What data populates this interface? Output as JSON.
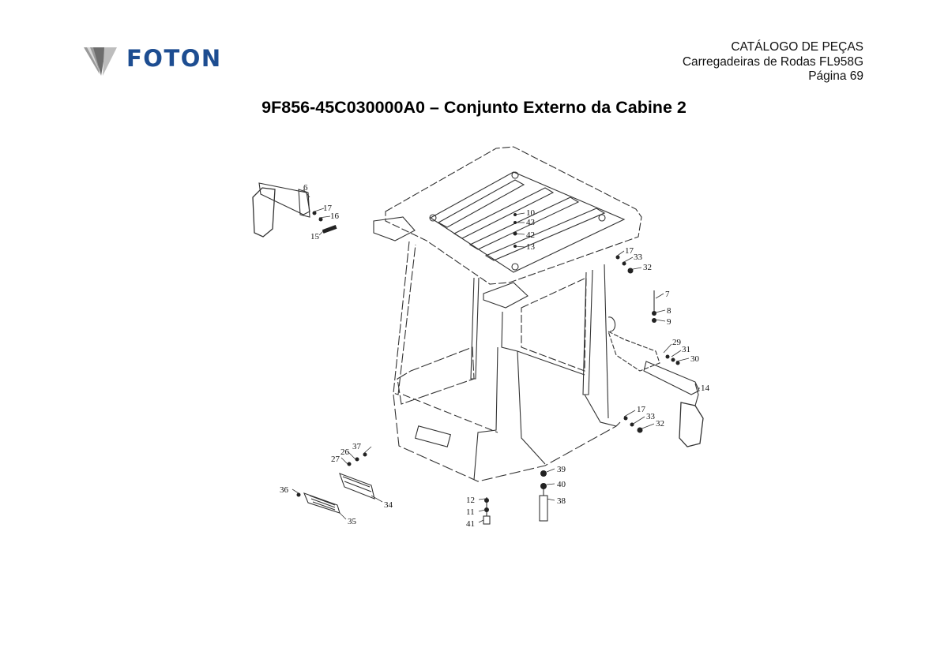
{
  "header": {
    "brand": "FOTON",
    "catalog_title": "CATÁLOGO DE PEÇAS",
    "subtitle": "Carregadeiras de Rodas FL958G",
    "page": "Página 69"
  },
  "title": "9F856-45C030000A0 – Conjunto Externo da Cabine 2",
  "brand_color": "#1d4d91",
  "diagram": {
    "callouts": [
      "6",
      "17",
      "16",
      "15",
      "10",
      "43",
      "42",
      "13",
      "17",
      "33",
      "32",
      "7",
      "8",
      "9",
      "29",
      "31",
      "30",
      "14",
      "17",
      "33",
      "32",
      "37",
      "26",
      "27",
      "36",
      "34",
      "35",
      "39",
      "40",
      "38",
      "12",
      "11",
      "41"
    ]
  }
}
